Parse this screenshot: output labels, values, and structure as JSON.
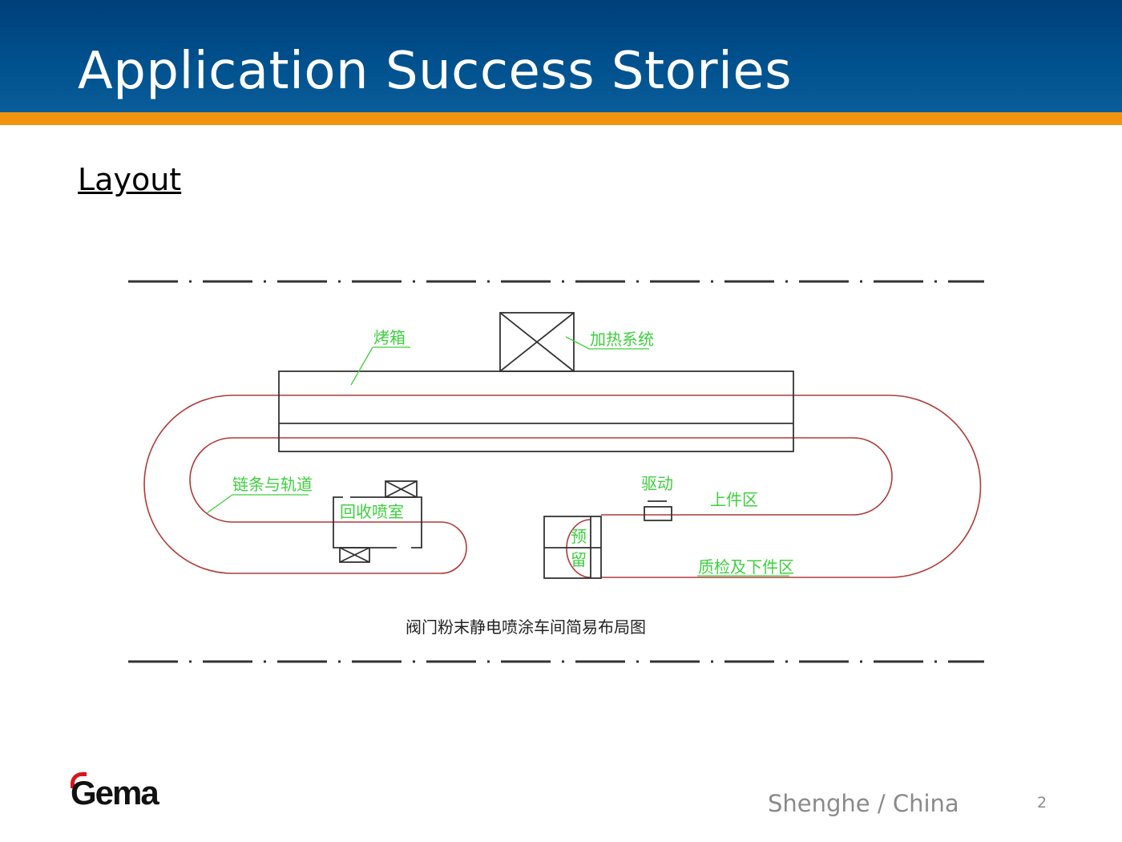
{
  "header": {
    "title": "Application Success Stories"
  },
  "section": {
    "title": "Layout"
  },
  "diagram": {
    "labels": {
      "oven": "烤箱",
      "heating_system": "加热系统",
      "chain_track": "链条与轨道",
      "recovery_booth": "回收喷室",
      "drive": "驱动",
      "loading_area": "上件区",
      "cabin_top": "预",
      "cabin_bottom": "留",
      "inspection_unloading_area": "质检及下件区"
    },
    "caption": "阀门粉末静电喷涂车间简易布局图",
    "colors": {
      "track": "#b03a3a",
      "label": "#3fcf3f",
      "structure": "#333333"
    }
  },
  "footer": {
    "logo": "Gema",
    "location": "Shenghe / China",
    "page_number": "2"
  }
}
